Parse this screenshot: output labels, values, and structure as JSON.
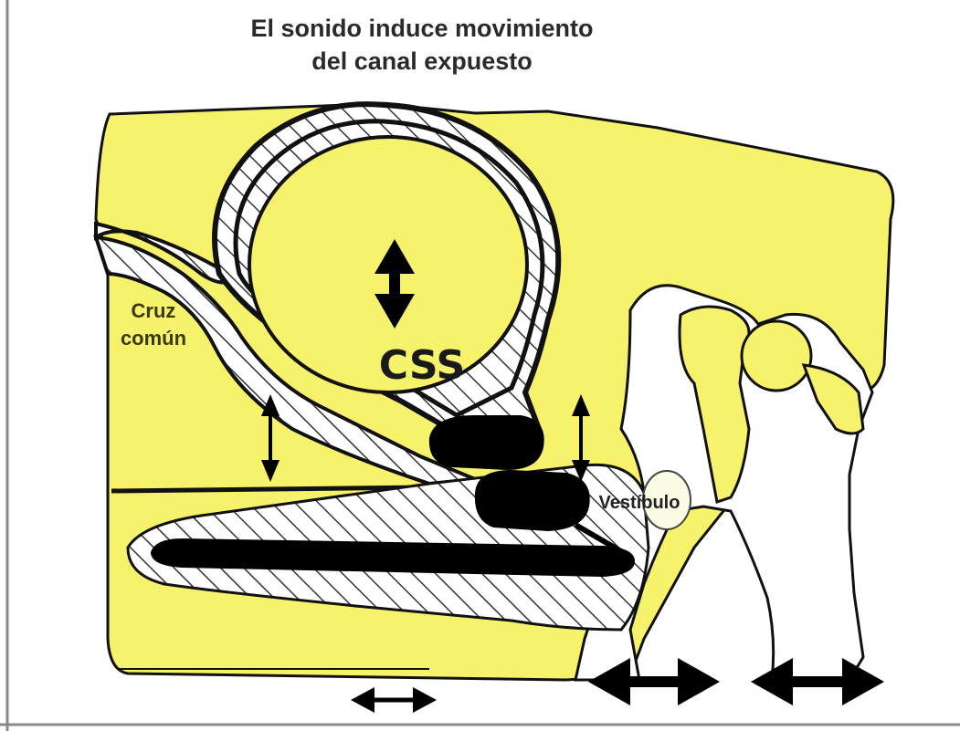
{
  "title": {
    "line1": "El sonido induce movimiento",
    "line2": "del canal expuesto"
  },
  "labels": {
    "common_crus_line1": "Cruz",
    "common_crus_line2": "común",
    "css": "CSS",
    "vestibule": "Vestíbulo"
  },
  "colors": {
    "bone": "#f7f26b",
    "outline": "#111111",
    "fill_dark": "#000000",
    "background": "#ffffff"
  }
}
